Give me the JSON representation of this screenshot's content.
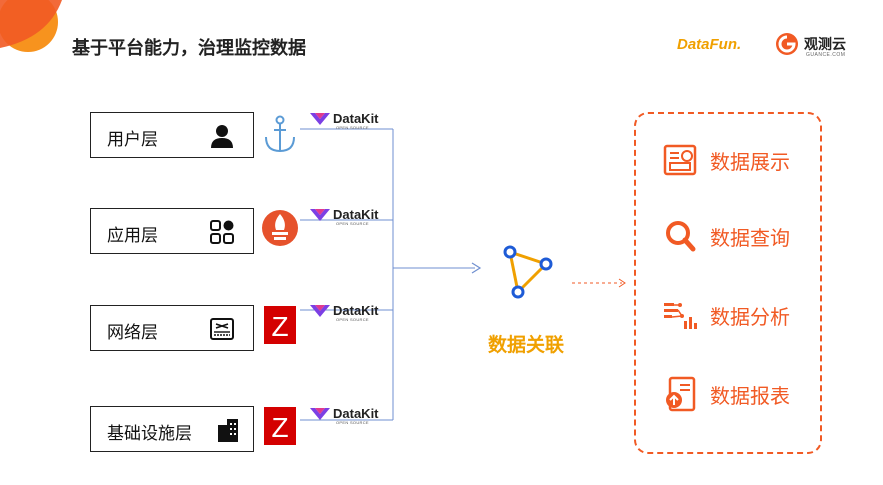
{
  "title": "基于平台能力，治理监控数据",
  "brands": {
    "datafun": "DataFun.",
    "guance": "观测云",
    "guance_sub": "GUANCE.COM"
  },
  "layers": [
    {
      "label": "用户层",
      "icon": "user-icon",
      "source_icon": "anchor-icon"
    },
    {
      "label": "应用层",
      "icon": "apps-grid-icon",
      "source_icon": "prometheus-icon"
    },
    {
      "label": "网络层",
      "icon": "network-switch-icon",
      "source_icon": "zabbix-icon"
    },
    {
      "label": "基础设施层",
      "icon": "building-icon",
      "source_icon": "zabbix-icon"
    }
  ],
  "zabbix_letter": "Z",
  "datakit": {
    "name": "DataKit",
    "sub": "OPEN SOURCE"
  },
  "association": "数据关联",
  "outputs": [
    {
      "label": "数据展示",
      "icon": "dashboard-icon"
    },
    {
      "label": "数据查询",
      "icon": "search-icon"
    },
    {
      "label": "数据分析",
      "icon": "analysis-icon"
    },
    {
      "label": "数据报表",
      "icon": "report-icon"
    }
  ],
  "colors": {
    "accent": "#f15a24",
    "association": "#f0a000",
    "line": "#6f8fd0",
    "node": "#1e5bd6",
    "zabbix": "#d40000"
  }
}
